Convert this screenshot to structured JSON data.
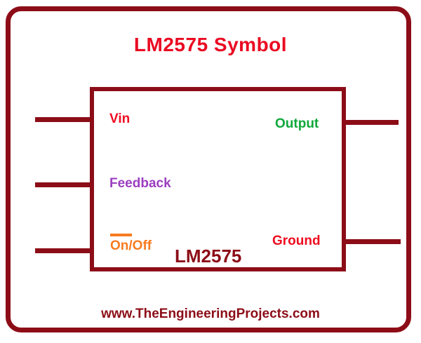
{
  "diagram": {
    "title": "LM2575 Symbol",
    "part_number": "LM2575",
    "footer_url": "www.TheEngineeringProjects.com",
    "colors": {
      "frame": "#8c0d17",
      "title": "#ea0a22",
      "body_border": "#8c0d17",
      "wire": "#8c0d17",
      "background": "#ffffff"
    },
    "pins": {
      "left": [
        {
          "label": "Vin",
          "color": "#ef0c20",
          "overbar": false
        },
        {
          "label": "Feedback",
          "color": "#9b3fc0",
          "overbar": false
        },
        {
          "label": "On/Off",
          "color": "#f77b20",
          "overbar": true,
          "overbar_text": "On"
        }
      ],
      "right": [
        {
          "label": "Output",
          "color": "#0fa83a",
          "overbar": false
        },
        {
          "label": "Ground",
          "color": "#ef0c20",
          "overbar": false
        }
      ]
    }
  }
}
